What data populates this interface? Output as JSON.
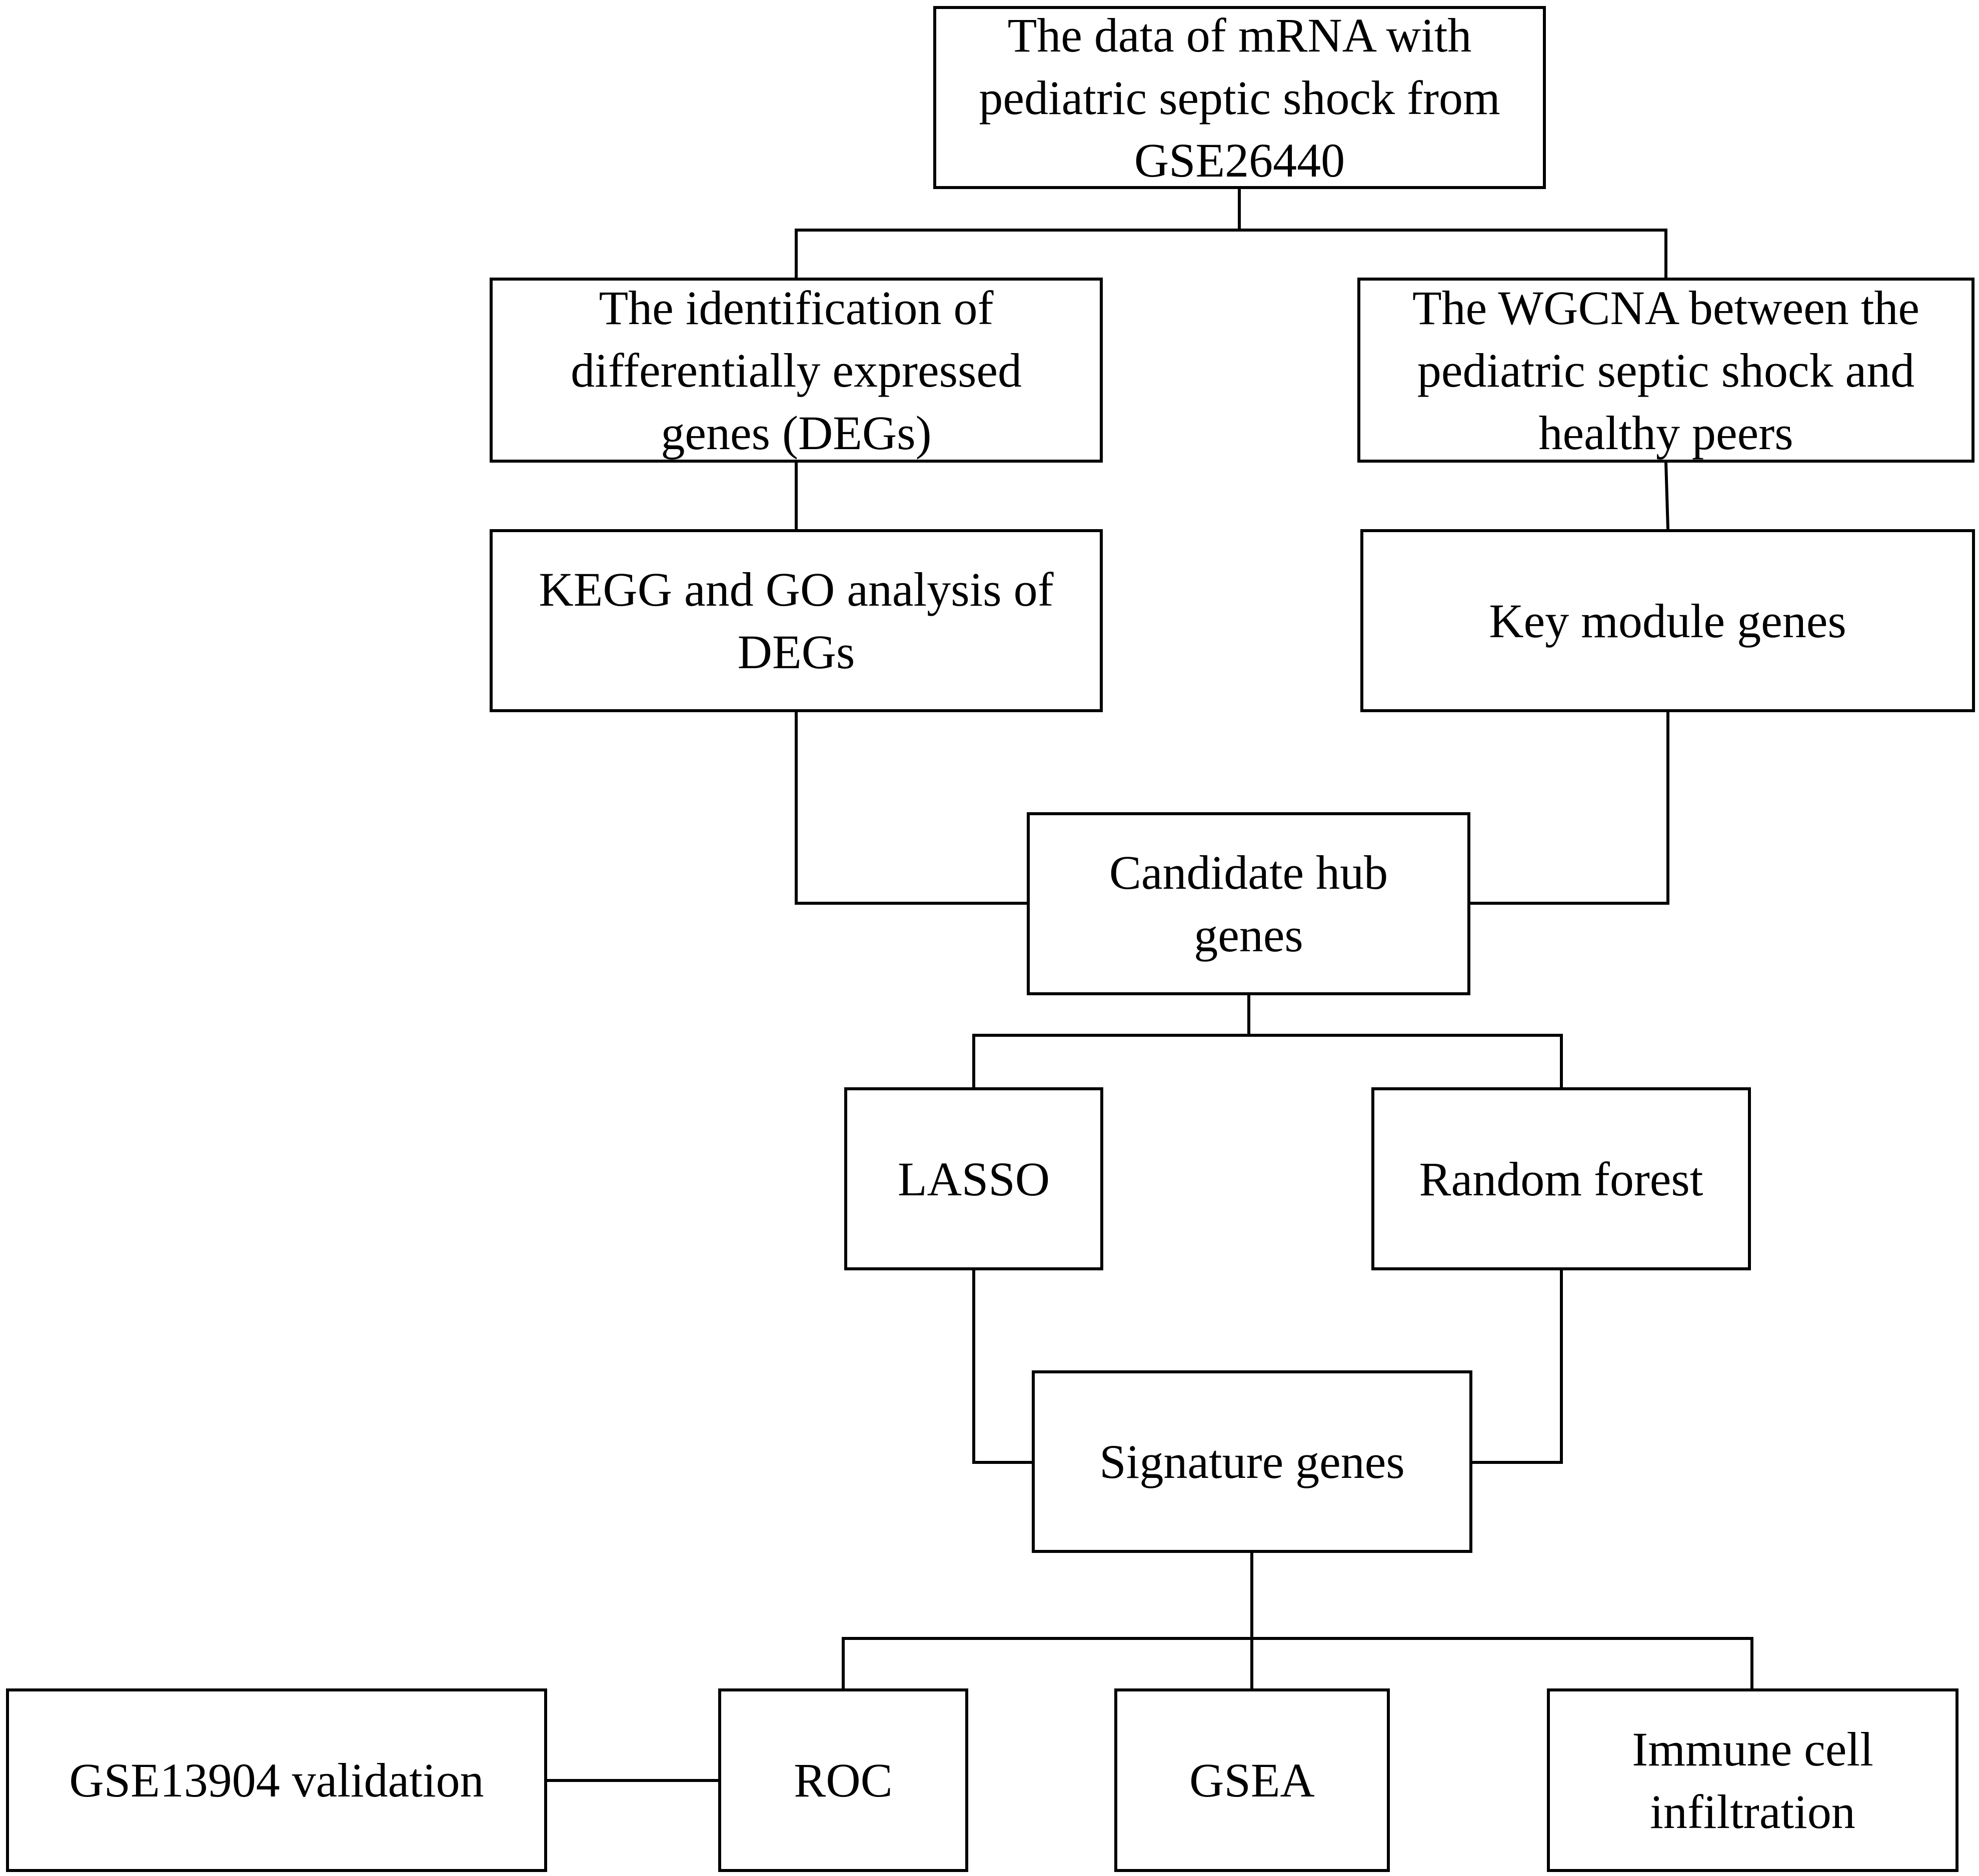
{
  "colors": {
    "line": "#000000",
    "box_border": "#000000",
    "background": "#ffffff",
    "text": "#000000"
  },
  "nodes": {
    "source_data": "The data of mRNA with\npediatric septic shock from\nGSE26440",
    "deg_identification": "The identification of\ndifferentially expressed\ngenes (DEGs)",
    "wgcna": "The WGCNA between the\npediatric septic shock and\nhealthy peers",
    "kegg_go": "KEGG and GO analysis of\nDEGs",
    "key_module_genes": "Key module genes",
    "candidate_hub_genes": "Candidate hub\ngenes",
    "lasso": "LASSO",
    "random_forest": "Random forest",
    "signature_genes": "Signature genes",
    "gse13904_validation": "GSE13904 validation",
    "roc": "ROC",
    "gsea": "GSEA",
    "immune_infiltration": "Immune cell\ninfiltration"
  }
}
